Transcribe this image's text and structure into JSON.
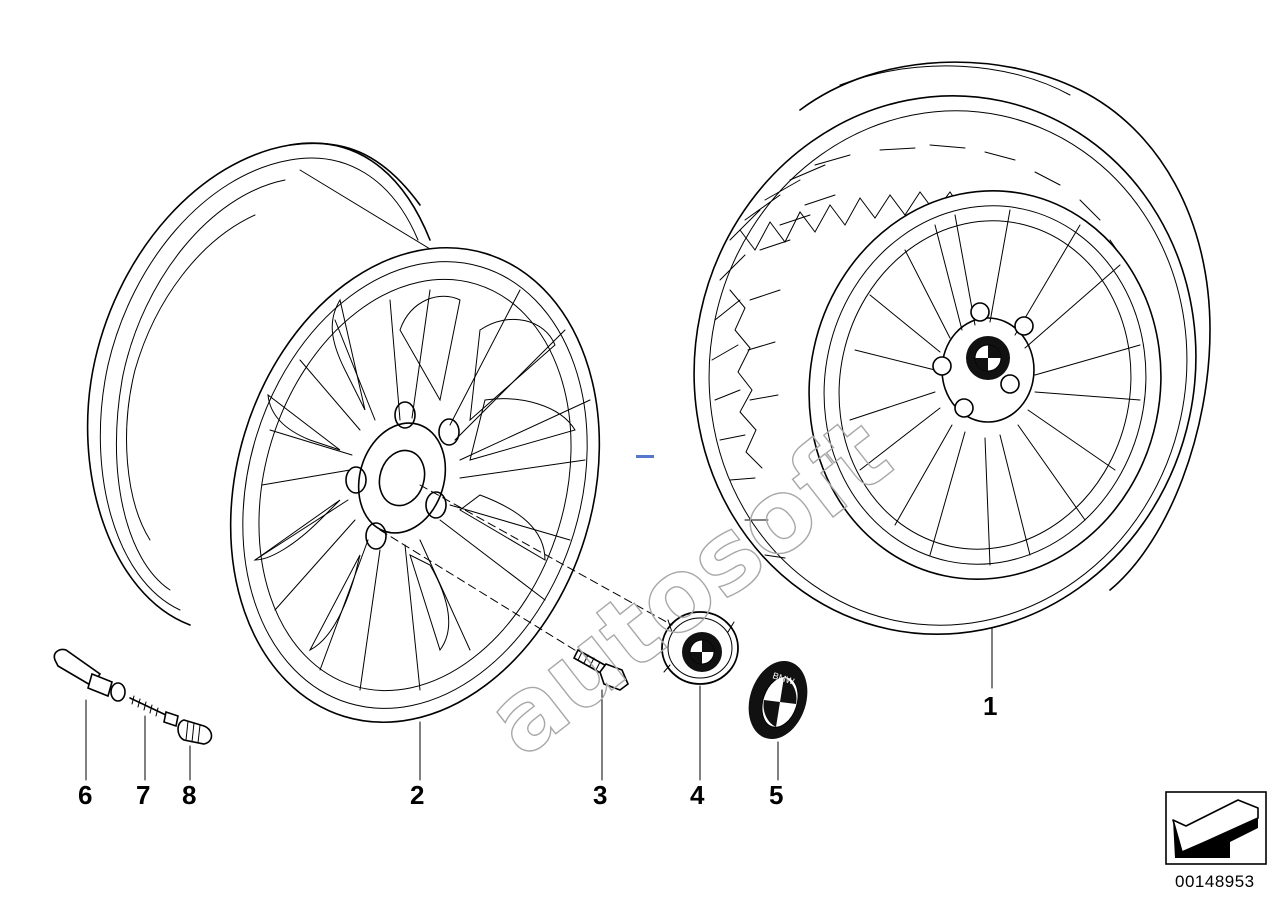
{
  "callouts": [
    {
      "id": "1",
      "label": "1"
    },
    {
      "id": "2",
      "label": "2"
    },
    {
      "id": "3",
      "label": "3"
    },
    {
      "id": "4",
      "label": "4"
    },
    {
      "id": "5",
      "label": "5"
    },
    {
      "id": "6",
      "label": "6"
    },
    {
      "id": "7",
      "label": "7"
    },
    {
      "id": "8",
      "label": "8"
    }
  ],
  "diagram_id": "00148953",
  "watermark": "autosoft",
  "emblem_letters": "BMW"
}
